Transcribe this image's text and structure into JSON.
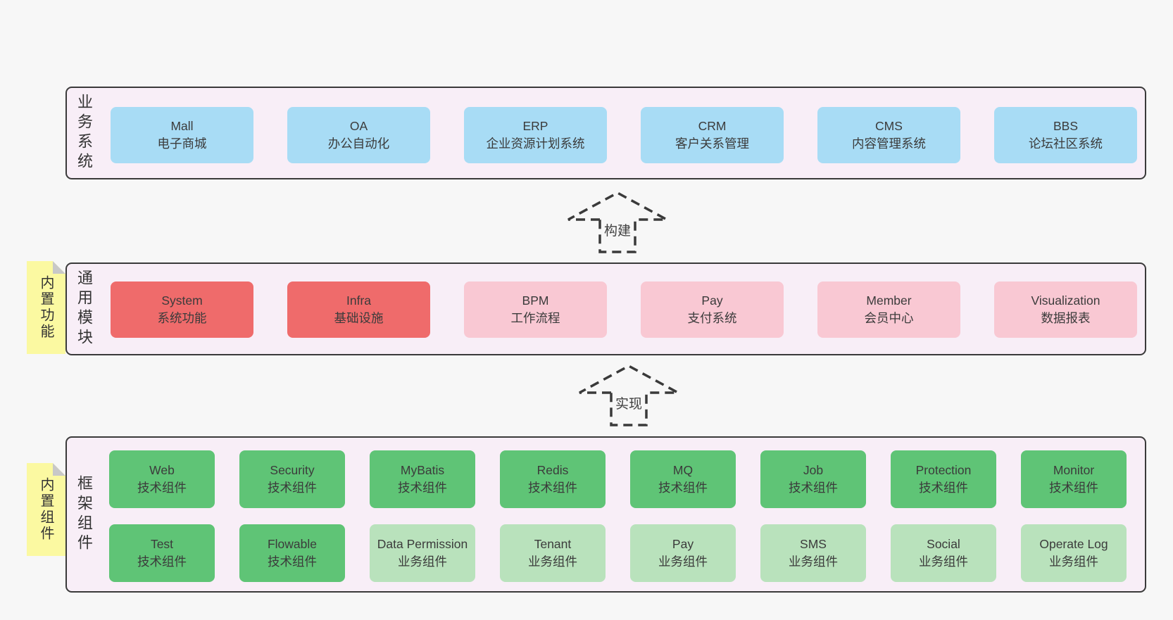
{
  "colors": {
    "page_bg": "#f7f7f7",
    "layer_bg": "#f8eef7",
    "layer_border": "#3a3a3a",
    "blue": "#a8dcf5",
    "red": "#ef6b6b",
    "pink": "#f9c8d3",
    "green": "#5fc476",
    "light_green": "#b9e2bc",
    "sticky_yellow": "#fbf9a1",
    "fold_gray": "#c8c8c8",
    "text": "#3b3b3b"
  },
  "layers": [
    {
      "name": "business-systems",
      "label": "业务系统",
      "boxes": [
        {
          "title": "Mall",
          "subtitle": "电子商城",
          "color": "blue"
        },
        {
          "title": "OA",
          "subtitle": "办公自动化",
          "color": "blue"
        },
        {
          "title": "ERP",
          "subtitle": "企业资源计划系统",
          "color": "blue"
        },
        {
          "title": "CRM",
          "subtitle": "客户关系管理",
          "color": "blue"
        },
        {
          "title": "CMS",
          "subtitle": "内容管理系统",
          "color": "blue"
        },
        {
          "title": "BBS",
          "subtitle": "论坛社区系统",
          "color": "blue"
        }
      ]
    },
    {
      "name": "common-modules",
      "label": "通用模块",
      "sticky_note": "内置功能",
      "boxes": [
        {
          "title": "System",
          "subtitle": "系统功能",
          "color": "red"
        },
        {
          "title": "Infra",
          "subtitle": "基础设施",
          "color": "red"
        },
        {
          "title": "BPM",
          "subtitle": "工作流程",
          "color": "pink"
        },
        {
          "title": "Pay",
          "subtitle": "支付系统",
          "color": "pink"
        },
        {
          "title": "Member",
          "subtitle": "会员中心",
          "color": "pink"
        },
        {
          "title": "Visualization",
          "subtitle": "数据报表",
          "color": "pink"
        }
      ]
    },
    {
      "name": "framework-components",
      "label": "框架组件",
      "sticky_note": "内置组件",
      "rows": [
        [
          {
            "title": "Web",
            "subtitle": "技术组件",
            "color": "green"
          },
          {
            "title": "Security",
            "subtitle": "技术组件",
            "color": "green"
          },
          {
            "title": "MyBatis",
            "subtitle": "技术组件",
            "color": "green"
          },
          {
            "title": "Redis",
            "subtitle": "技术组件",
            "color": "green"
          },
          {
            "title": "MQ",
            "subtitle": "技术组件",
            "color": "green"
          },
          {
            "title": "Job",
            "subtitle": "技术组件",
            "color": "green"
          },
          {
            "title": "Protection",
            "subtitle": "技术组件",
            "color": "green"
          },
          {
            "title": "Monitor",
            "subtitle": "技术组件",
            "color": "green"
          }
        ],
        [
          {
            "title": "Test",
            "subtitle": "技术组件",
            "color": "green"
          },
          {
            "title": "Flowable",
            "subtitle": "技术组件",
            "color": "green"
          },
          {
            "title": "Data Permission",
            "subtitle": "业务组件",
            "color": "light_green"
          },
          {
            "title": "Tenant",
            "subtitle": "业务组件",
            "color": "light_green"
          },
          {
            "title": "Pay",
            "subtitle": "业务组件",
            "color": "light_green"
          },
          {
            "title": "SMS",
            "subtitle": "业务组件",
            "color": "light_green"
          },
          {
            "title": "Social",
            "subtitle": "业务组件",
            "color": "light_green"
          },
          {
            "title": "Operate Log",
            "subtitle": "业务组件",
            "color": "light_green"
          }
        ]
      ]
    }
  ],
  "arrows": [
    {
      "label": "构建"
    },
    {
      "label": "实现"
    }
  ]
}
